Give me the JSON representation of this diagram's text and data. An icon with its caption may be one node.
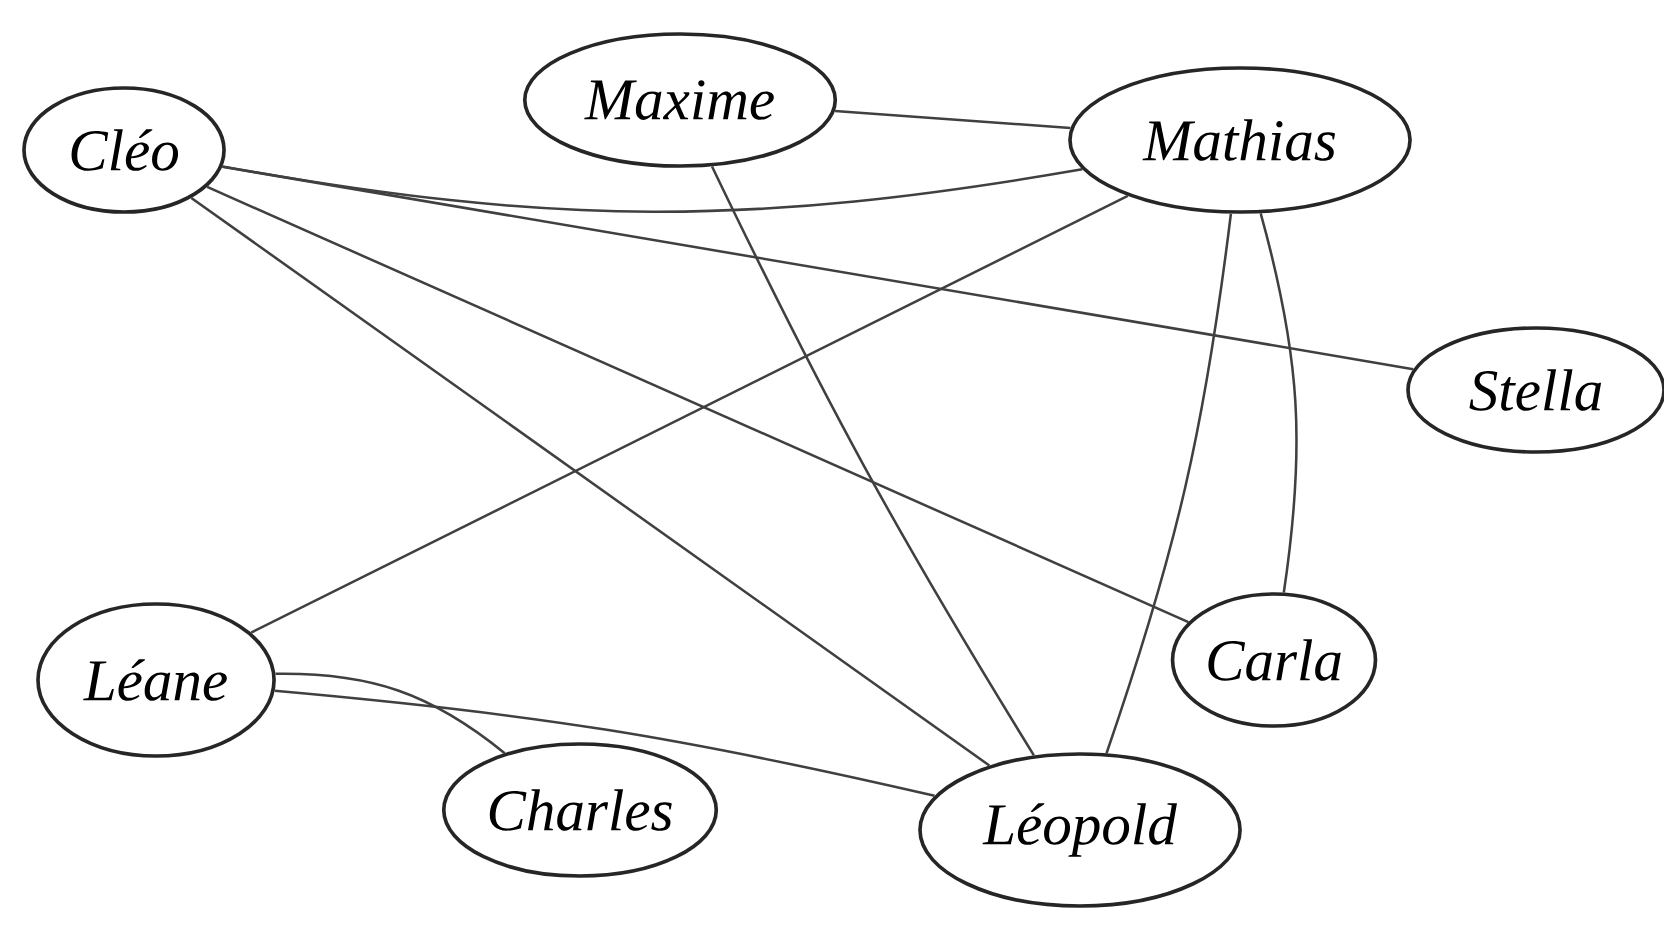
{
  "diagram": {
    "nodes": [
      {
        "text": [
          "Cléo"
        ]
      },
      {
        "text": [
          "Maxime"
        ]
      },
      {
        "text": [
          "Mathias"
        ]
      },
      {
        "text": [
          "Stella"
        ]
      },
      {
        "text": [
          "Léane"
        ]
      },
      {
        "text": [
          "Carla"
        ]
      },
      {
        "text": [
          "Charles"
        ]
      },
      {
        "text": [
          "Léopold"
        ]
      }
    ],
    "edges": [
      {
        "from": 0,
        "to": 2,
        "arrow": "none"
      },
      {
        "from": 0,
        "to": 3,
        "arrow": "none"
      },
      {
        "from": 0,
        "to": 5,
        "arrow": "none"
      },
      {
        "from": 0,
        "to": 7,
        "arrow": "none"
      },
      {
        "from": 1,
        "to": 2,
        "arrow": "none"
      },
      {
        "from": 1,
        "to": 7,
        "arrow": "none"
      },
      {
        "from": 2,
        "to": 4,
        "arrow": "none"
      },
      {
        "from": 2,
        "to": 7,
        "arrow": "none"
      },
      {
        "from": 2,
        "to": 5,
        "arrow": "none"
      },
      {
        "from": 4,
        "to": 6,
        "arrow": "none"
      },
      {
        "from": 4,
        "to": 7,
        "arrow": "none"
      }
    ]
  }
}
